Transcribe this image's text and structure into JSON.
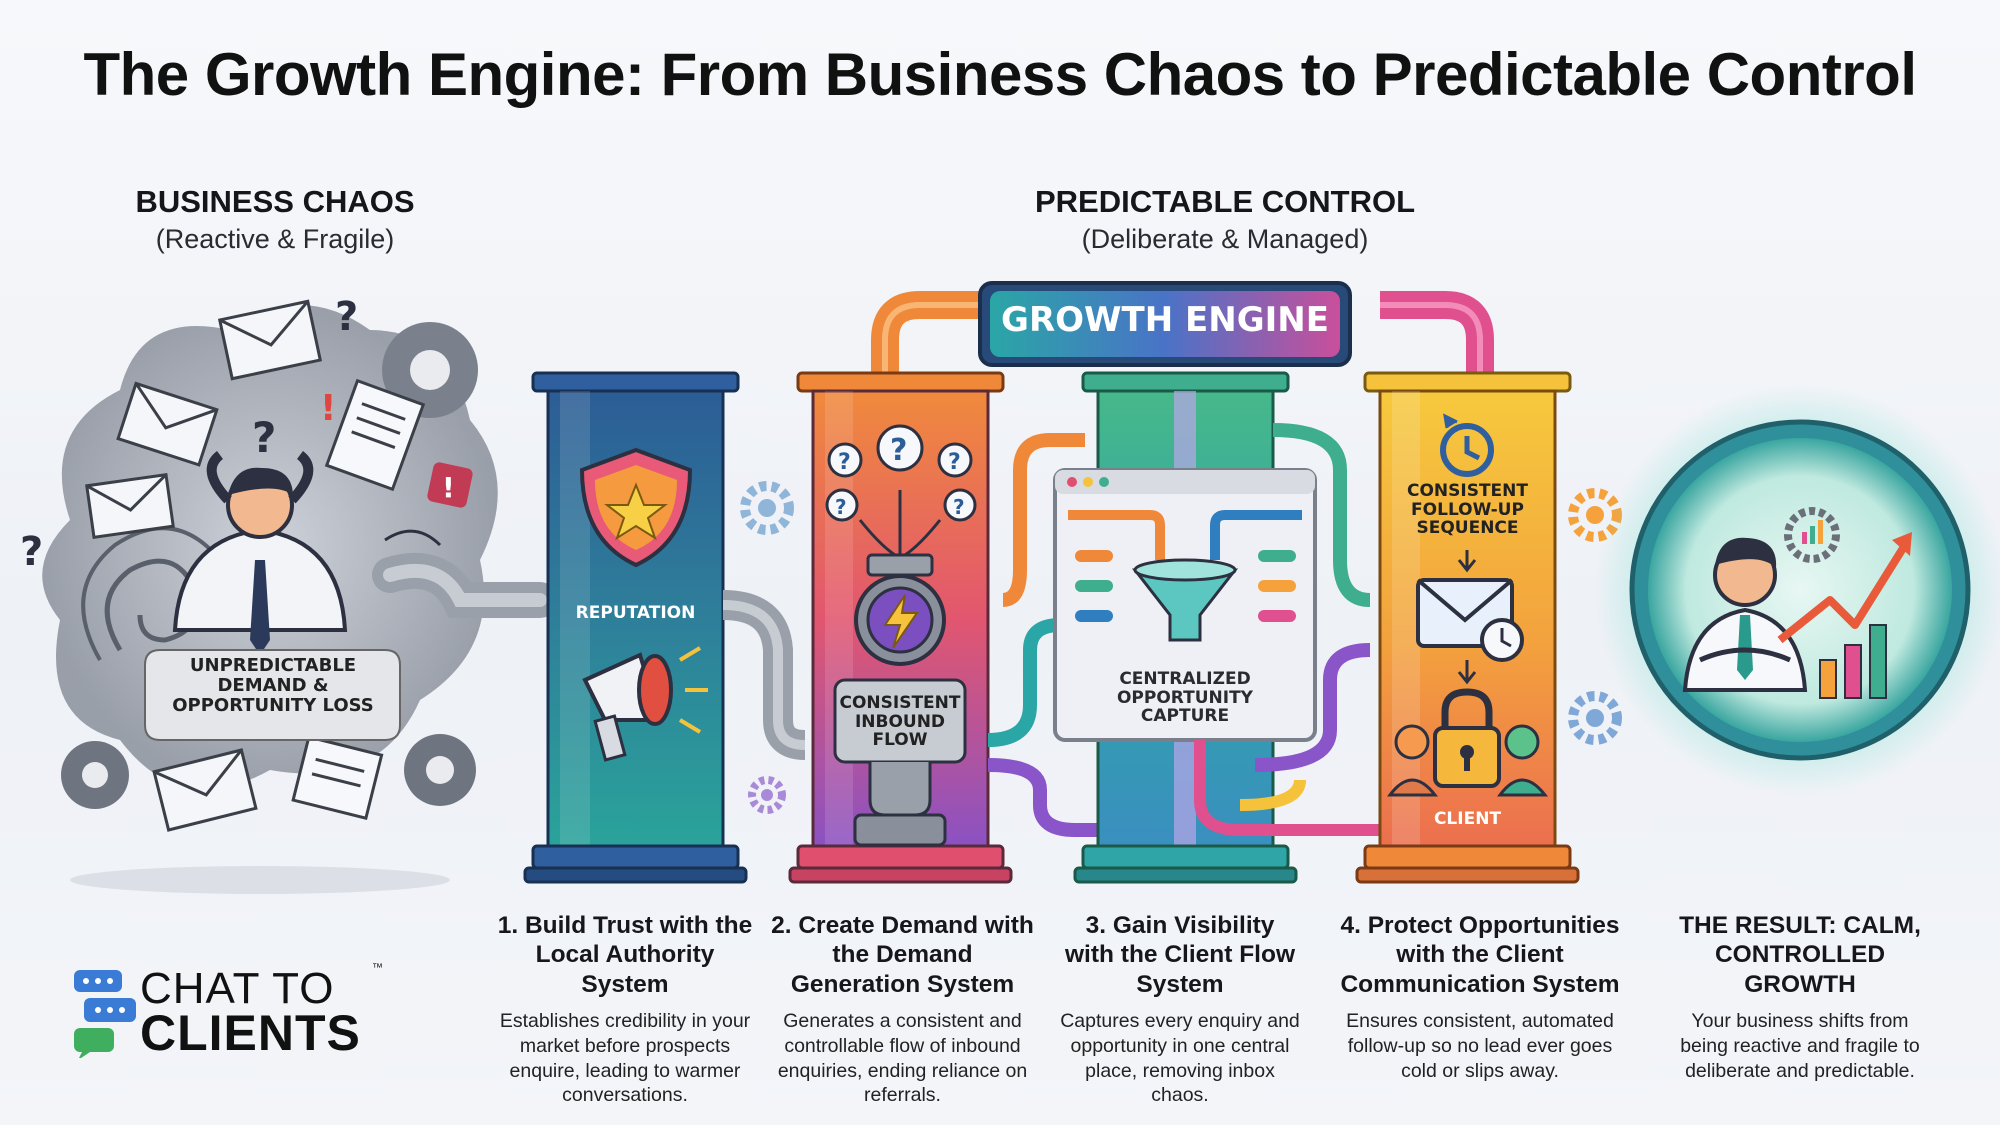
{
  "title": "The Growth Engine: From Business Chaos to Predictable Control",
  "chaos": {
    "heading": "BUSINESS CHAOS",
    "subheading": "(Reactive & Fragile)",
    "label": "UNPREDICTABLE DEMAND & OPPORTUNITY LOSS"
  },
  "control": {
    "heading": "PREDICTABLE CONTROL",
    "subheading": "(Deliberate & Managed)"
  },
  "engine_banner": "GROWTH ENGINE",
  "pillars": {
    "reputation": "REPUTATION",
    "inbound": "CONSISTENT INBOUND FLOW",
    "capture": "CENTRALIZED OPPORTUNITY CAPTURE",
    "sequence": "CONSISTENT FOLLOW-UP SEQUENCE",
    "client": "CLIENT"
  },
  "steps": [
    {
      "title": "1. Build Trust with the Local Authority System",
      "desc": "Establishes credibility in your market before prospects enquire, leading to warmer conversations."
    },
    {
      "title": "2. Create Demand with the Demand Generation System",
      "desc": "Generates a consistent and controllable flow of inbound enquiries, ending reliance on referrals."
    },
    {
      "title": "3. Gain Visibility with the Client Flow System",
      "desc": "Captures every enquiry and opportunity in one central place, removing inbox chaos."
    },
    {
      "title": "4. Protect Opportunities with the Client Communication System",
      "desc": "Ensures consistent, automated follow-up so no lead ever goes cold or slips away."
    },
    {
      "title": "THE RESULT: CALM, CONTROLLED GROWTH",
      "desc": "Your business shifts from being reactive and fragile to deliberate and predictable."
    }
  ],
  "logo": {
    "line1": "CHAT TO",
    "line2": "CLIENTS",
    "tm": "™"
  },
  "colors": {
    "teal": "#2aa6a6",
    "orange": "#f0883a",
    "purple": "#8a55c8",
    "pink": "#e04f8e",
    "yellow": "#f5c23c",
    "blue": "#2f5f9e"
  }
}
